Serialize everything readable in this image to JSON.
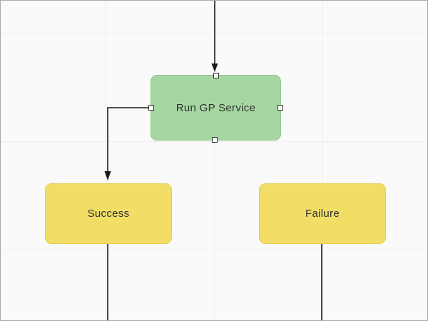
{
  "canvas": {
    "background_color": "#fafafa",
    "grid_color": "#eeeeee",
    "border_color": "#a9a9a9",
    "connector_color": "#1a1a1a"
  },
  "diagram": {
    "type": "flowchart",
    "nodes": [
      {
        "id": "run-gp-service",
        "label": "Run GP Service",
        "shape": "rounded-rectangle",
        "fill": "#a6d7a2",
        "border_color": "#90c78c",
        "text_color": "#2f2f2f",
        "selected": true
      },
      {
        "id": "success",
        "label": "Success",
        "shape": "rounded-rectangle",
        "fill": "#f2de66",
        "border_color": "#e3cd52",
        "text_color": "#2f2f2f",
        "selected": false
      },
      {
        "id": "failure",
        "label": "Failure",
        "shape": "rounded-rectangle",
        "fill": "#f2de66",
        "border_color": "#e3cd52",
        "text_color": "#2f2f2f",
        "selected": false
      }
    ],
    "connectors": [
      {
        "id": "incoming-top",
        "from": "offscreen-top",
        "to": "run-gp-service",
        "arrowhead": true,
        "route": "straight-down"
      },
      {
        "id": "rungp-to-success",
        "from": "run-gp-service",
        "to": "success",
        "arrowhead": true,
        "route": "elbow-left-then-down"
      },
      {
        "id": "success-outgoing",
        "from": "success",
        "to": "offscreen-bottom",
        "arrowhead": false,
        "route": "straight-down"
      },
      {
        "id": "failure-outgoing",
        "from": "failure",
        "to": "offscreen-bottom",
        "arrowhead": false,
        "route": "straight-down"
      }
    ],
    "selection_handles": [
      "top",
      "right",
      "bottom",
      "left"
    ]
  }
}
